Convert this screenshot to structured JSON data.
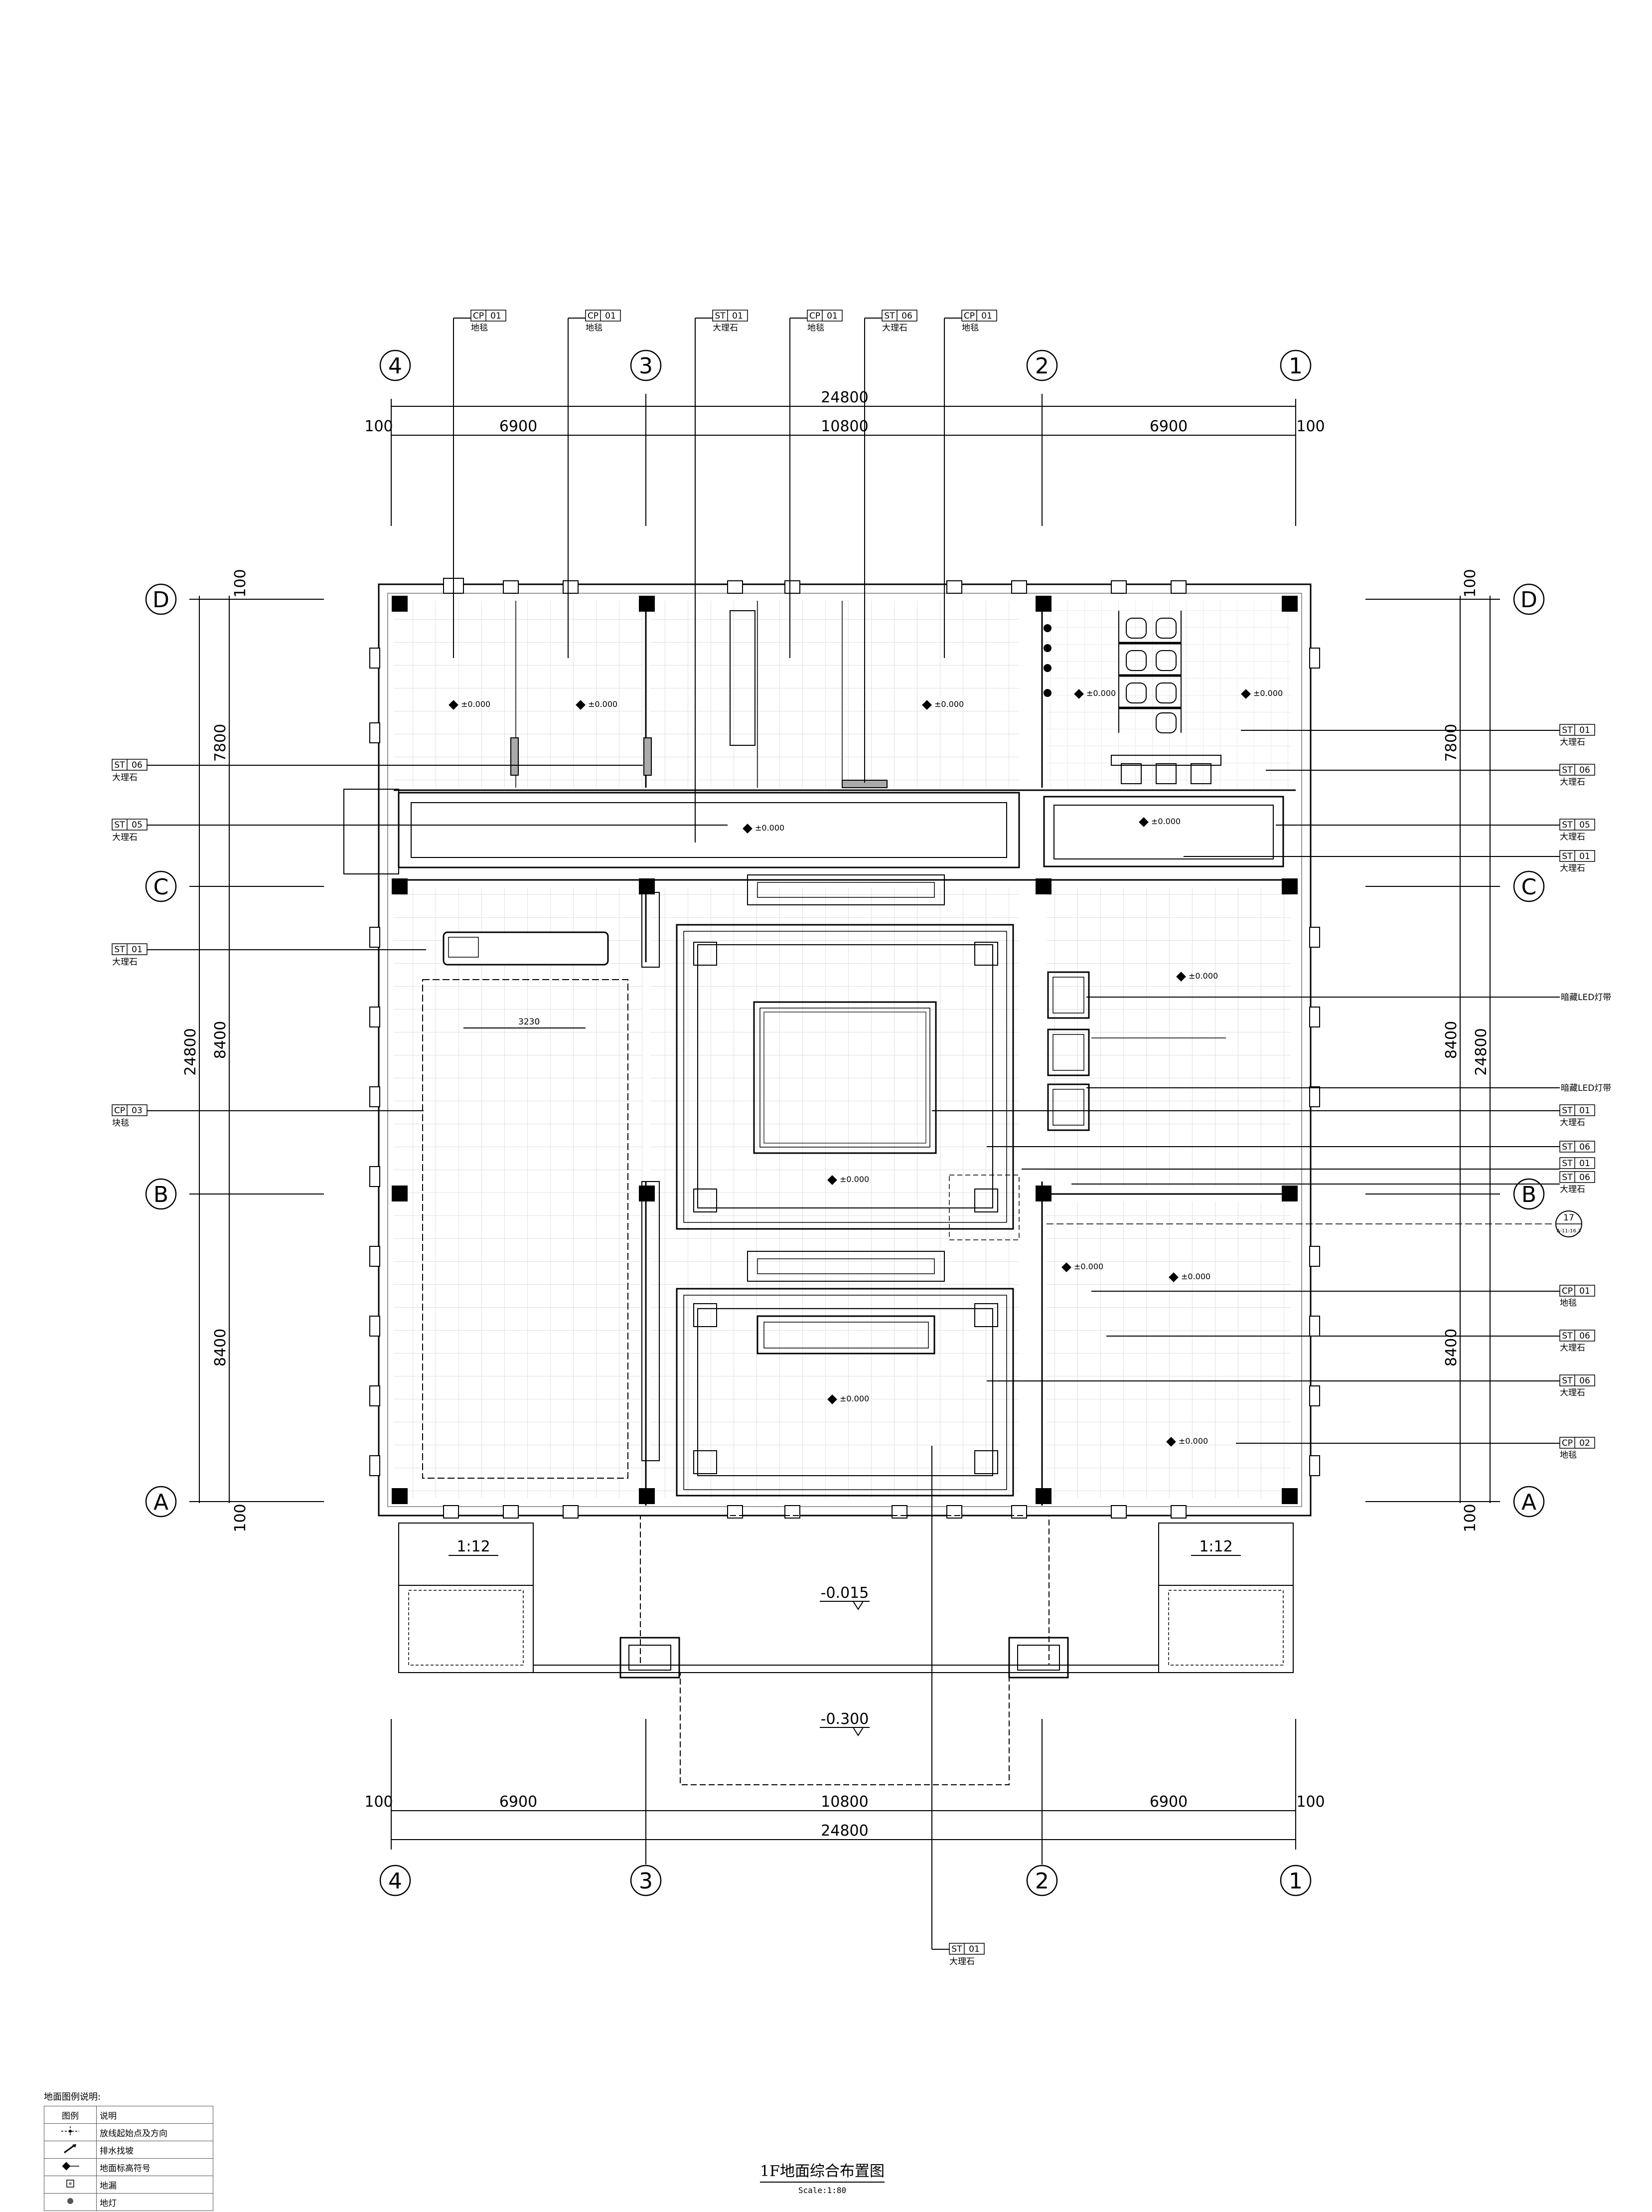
{
  "drawing": {
    "title": "1F地面综合布置图",
    "scale": "Scale:1:80"
  },
  "grid_columns": [
    "4",
    "3",
    "2",
    "1"
  ],
  "grid_rows": [
    "D",
    "C",
    "B",
    "A"
  ],
  "dimensions": {
    "total_width": "24800",
    "col_spans": [
      "6900",
      "10800",
      "6900"
    ],
    "edge": "100",
    "total_height": "24800",
    "row_spans": [
      "7800",
      "8400",
      "8400"
    ],
    "inner_dim": "3230"
  },
  "top_tags": [
    {
      "code": "CP",
      "num": "01",
      "text": "地毯"
    },
    {
      "code": "CP",
      "num": "01",
      "text": "地毯"
    },
    {
      "code": "ST",
      "num": "01",
      "text": "大理石"
    },
    {
      "code": "CP",
      "num": "01",
      "text": "地毯"
    },
    {
      "code": "ST",
      "num": "06",
      "text": "大理石"
    },
    {
      "code": "CP",
      "num": "01",
      "text": "地毯"
    }
  ],
  "left_tags": [
    {
      "code": "ST",
      "num": "06",
      "text": "大理石"
    },
    {
      "code": "ST",
      "num": "05",
      "text": "大理石"
    },
    {
      "code": "ST",
      "num": "01",
      "text": "大理石"
    },
    {
      "code": "CP",
      "num": "03",
      "text": "块毯"
    }
  ],
  "right_tags": [
    {
      "code": "ST",
      "num": "01",
      "text": "大理石"
    },
    {
      "code": "ST",
      "num": "06",
      "text": "大理石"
    },
    {
      "code": "ST",
      "num": "05",
      "text": "大理石"
    },
    {
      "code": "ST",
      "num": "01",
      "text": "大理石"
    },
    {
      "code": "",
      "num": "",
      "text": "暗藏LED灯带"
    },
    {
      "code": "",
      "num": "",
      "text": "暗藏LED灯带"
    },
    {
      "code": "ST",
      "num": "01",
      "text": "大理石"
    },
    {
      "code": "ST",
      "num": "06",
      "text": ""
    },
    {
      "code": "ST",
      "num": "01",
      "text": ""
    },
    {
      "code": "ST",
      "num": "06",
      "text": "大理石"
    },
    {
      "code": "CP",
      "num": "01",
      "text": "地毯"
    },
    {
      "code": "ST",
      "num": "06",
      "text": "大理石"
    },
    {
      "code": "ST",
      "num": "06",
      "text": "大理石"
    },
    {
      "code": "CP",
      "num": "02",
      "text": "地毯"
    }
  ],
  "bottom_tag": {
    "code": "ST",
    "num": "01",
    "text": "大理石"
  },
  "detail_callout": {
    "num": "17",
    "sheet": "A-11-16.3"
  },
  "elevation_label": "±0.000",
  "levels": [
    "-0.015",
    "-0.300"
  ],
  "ramps": [
    "1:12",
    "1:12"
  ],
  "legend": {
    "title": "地面图例说明:",
    "col_symbol": "图例",
    "col_desc": "说明",
    "rows": [
      {
        "icon": "setout-point-icon",
        "desc": "放线起始点及方向"
      },
      {
        "icon": "drain-slope-icon",
        "desc": "排水找坡"
      },
      {
        "icon": "floor-elevation-icon",
        "desc": "地面标高符号"
      },
      {
        "icon": "floor-drain-icon",
        "desc": "地漏"
      },
      {
        "icon": "floor-light-icon",
        "desc": "地灯"
      }
    ]
  },
  "colors": {
    "line": "#000000",
    "tile_grid": "#d9d9d9",
    "column": "#000000"
  }
}
